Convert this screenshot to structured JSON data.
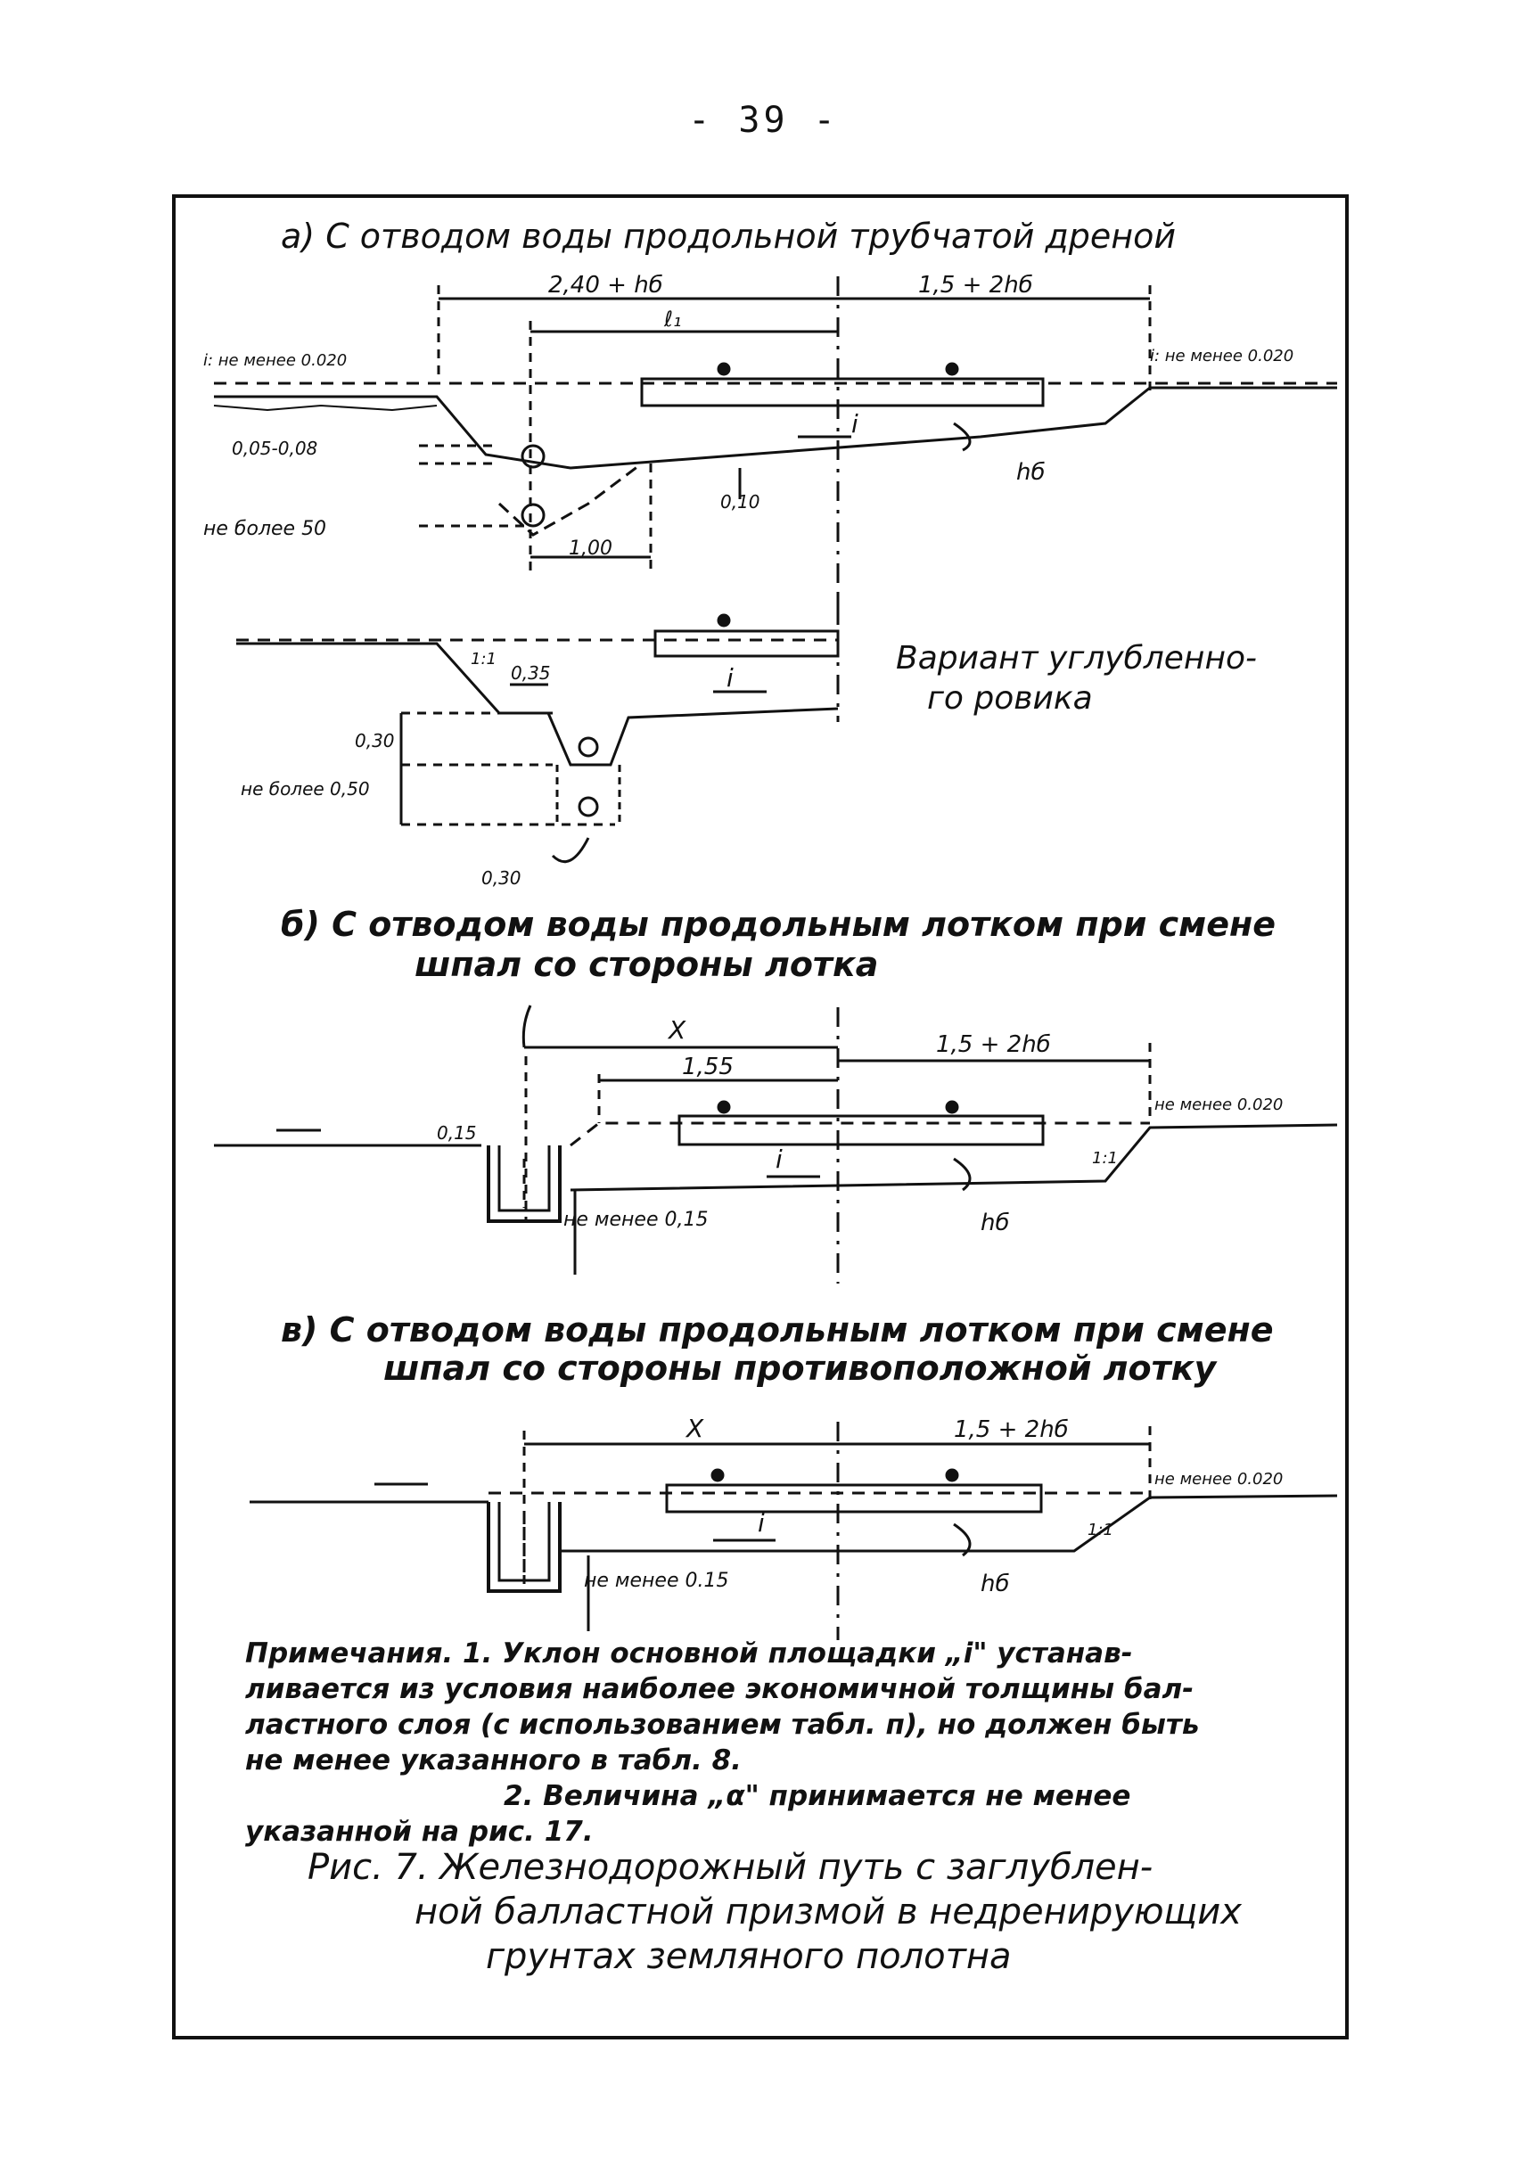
{
  "page_number": "- 39 -",
  "sections": {
    "a": {
      "title": "а) С отводом воды продольной трубчатой дреной",
      "dim_left": "2,40 + hб",
      "dim_right": "1,5 + 2hб",
      "dim_inner": "ℓ₁",
      "slope_left": "i: не менее 0.020",
      "slope_right": "i: не менее 0.020",
      "label_depth": "0,05-0,08",
      "label_max": "не более 50",
      "label_010": "0,10",
      "label_100": "1,00",
      "label_hb": "hб",
      "label_i": "i"
    },
    "variant": {
      "title_line1": "Вариант углубленно-",
      "title_line2": "го ровика",
      "label_035": "0,35",
      "label_030": "0,30",
      "label_max": "не более 0,50",
      "label_030b": "0,30",
      "label_slope": "1:1",
      "label_i": "i"
    },
    "b": {
      "title_line1": "б) С отводом воды продольным лотком при смене",
      "title_line2": "шпал со стороны лотка",
      "dim_x": "X",
      "dim_155": "1,55",
      "dim_right": "1,5 + 2hб",
      "slope_right": "не менее 0.020",
      "label_015": "0,15",
      "label_min": "не менее 0,15",
      "label_hb": "hб",
      "label_i": "i",
      "label_slope": "1:1"
    },
    "c": {
      "title_line1": "в) С отводом воды продольным лотком при смене",
      "title_line2": "шпал со стороны противоположной лотку",
      "dim_x": "X",
      "dim_right": "1,5 + 2hб",
      "slope_right": "не менее 0.020",
      "label_min": "не менее 0.15",
      "label_hb": "hб",
      "label_i": "i",
      "label_slope": "1:1"
    }
  },
  "notes": {
    "line1": "Примечания.  1. Уклон основной площадки „i\" устанав-",
    "line2": "ливается из условия наиболее экономичной толщины бал-",
    "line3": "ластного слоя (с использованием табл. п), но должен быть",
    "line4": "не менее     указанного в табл. 8.",
    "line5": "2. Величина „α\" принимается не менее",
    "line6": "указанной    на рис. 17."
  },
  "figure_caption": {
    "line1": "Рис. 7.   Железнодорожный путь с заглублен-",
    "line2": "ной балластной призмой в недренирующих",
    "line3": "грунтах земляного полотна"
  }
}
